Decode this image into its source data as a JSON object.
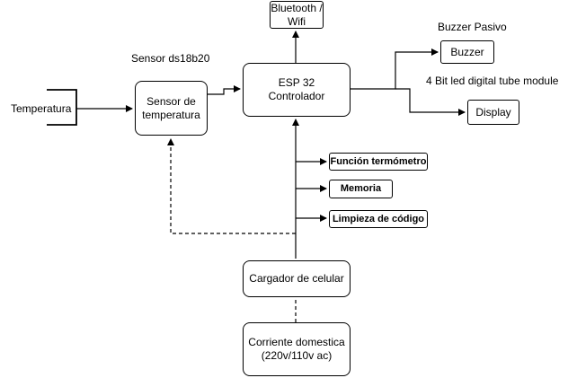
{
  "nodes": {
    "temperatura": "Temperatura",
    "sensor": "Sensor de\ntemperatura",
    "esp32": "ESP 32\nControlador",
    "bluetooth": "Bluetooth /\nWifi",
    "buzzer": "Buzzer",
    "display": "Display",
    "funcion_termometro": "Función termómetro",
    "memoria": "Memoria",
    "limpieza": "Limpieza de código",
    "cargador": "Cargador de celular",
    "corriente": "Corriente domestica\n(220v/110v ac)"
  },
  "labels": {
    "sensor_model": "Sensor ds18b20",
    "buzzer_type": "Buzzer Pasivo",
    "display_module": "4 Bit led digital tube module"
  }
}
